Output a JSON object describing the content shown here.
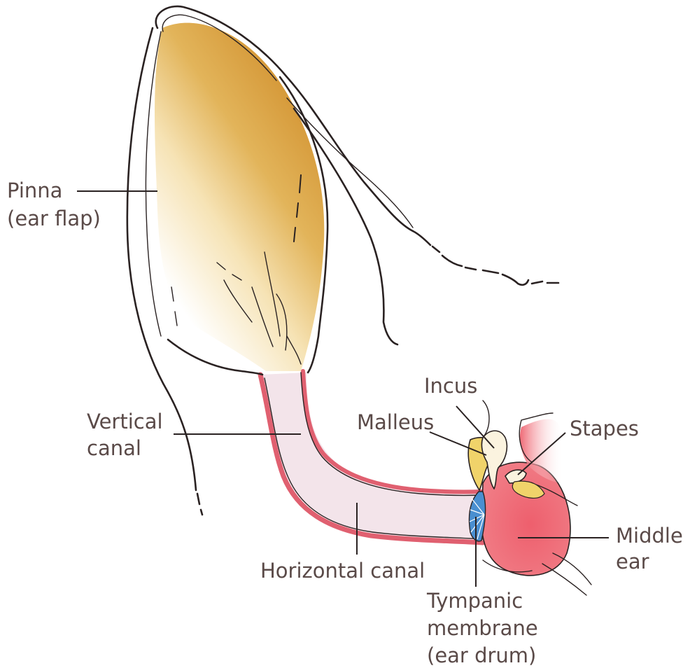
{
  "labels": {
    "pinna_line1": "Pinna",
    "pinna_line2": "(ear flap)",
    "vertical_line1": "Vertical",
    "vertical_line2": "canal",
    "horizontal": "Horizontal canal",
    "incus": "Incus",
    "malleus": "Malleus",
    "stapes": "Stapes",
    "middle_line1": "Middle",
    "middle_line2": "ear",
    "tympanic_line1": "Tympanic",
    "tympanic_line2": "membrane",
    "tympanic_line3": "(ear drum)"
  },
  "colors": {
    "label_text": "#5a4a48",
    "pinna_inner": "#d9a13c",
    "canal_wall": "#e06070",
    "canal_lumen": "#f3e4ea",
    "middle_ear": "#ef6a76",
    "ossicles": "#f0d36a",
    "tympanic": "#4a8fd0"
  }
}
